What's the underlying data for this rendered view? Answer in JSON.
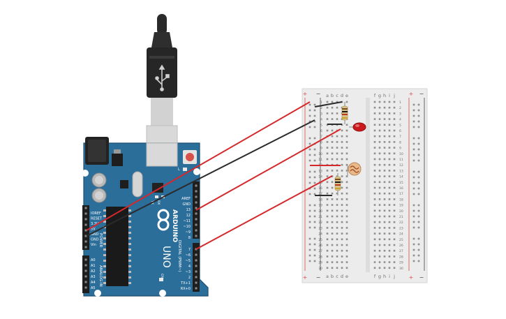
{
  "board": {
    "brand": "ARDUINO",
    "model": "UNO",
    "digital_header_label": "DIGITAL (PWM~)",
    "power_header_label": "POWER",
    "analog_header_label": "ANALOG IN",
    "top_header_pins": [
      "AREF",
      "GND",
      "13",
      "12",
      "~11",
      "~10",
      "~9",
      "8"
    ],
    "bottom_header_pins": [
      "7",
      "~6",
      "~5",
      "4",
      "~3",
      "2",
      "TX+1",
      "RX+0"
    ],
    "power_pins": [
      "IOREF",
      "RESET",
      "3.3V",
      "5V",
      "GND",
      "GND",
      "Vin"
    ],
    "analog_pins": [
      "A0",
      "A1",
      "A2",
      "A3",
      "A4",
      "A5"
    ],
    "tx_label": "TX",
    "rx_label": "RX",
    "l_label": "L",
    "on_label": "ON"
  },
  "breadboard": {
    "cols_left": [
      "a",
      "b",
      "c",
      "d",
      "e"
    ],
    "cols_right": [
      "f",
      "g",
      "h",
      "i",
      "j"
    ],
    "row_count": 30,
    "rail_plus": "+",
    "rail_minus": "−"
  },
  "colors": {
    "board": "#2c6e9a",
    "board_dark": "#1d4f71",
    "wire_red": "#d4282b",
    "wire_black": "#2b2b2b",
    "led": "#c9191c",
    "breadboard": "#ececec",
    "rail_red": "#e04444"
  }
}
